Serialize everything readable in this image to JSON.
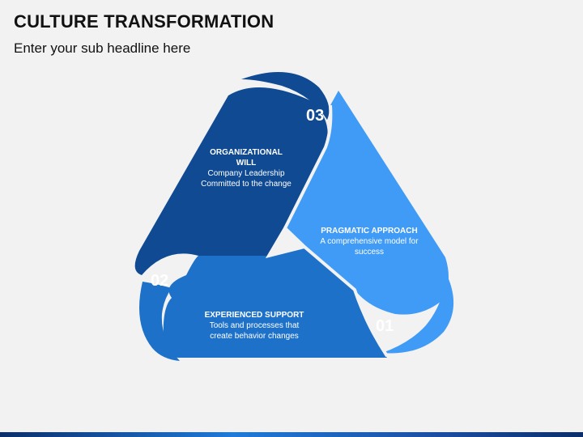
{
  "header": {
    "title": "CULTURE TRANSFORMATION",
    "subtitle": "Enter your sub headline here"
  },
  "colors": {
    "background": "#f2f2f2",
    "segment_01": "#3f9bf5",
    "segment_02": "#1e71c9",
    "segment_03": "#0f4a93"
  },
  "segments": [
    {
      "number": "03",
      "heading": "ORGANIZATIONAL WILL",
      "description": "Company Leadership Committed to the change"
    },
    {
      "number": "01",
      "heading": "PRAGMATIC APPROACH",
      "description": "A comprehensive model for success"
    },
    {
      "number": "02",
      "heading": "EXPERIENCED SUPPORT",
      "description": "Tools and processes that create behavior changes"
    }
  ]
}
